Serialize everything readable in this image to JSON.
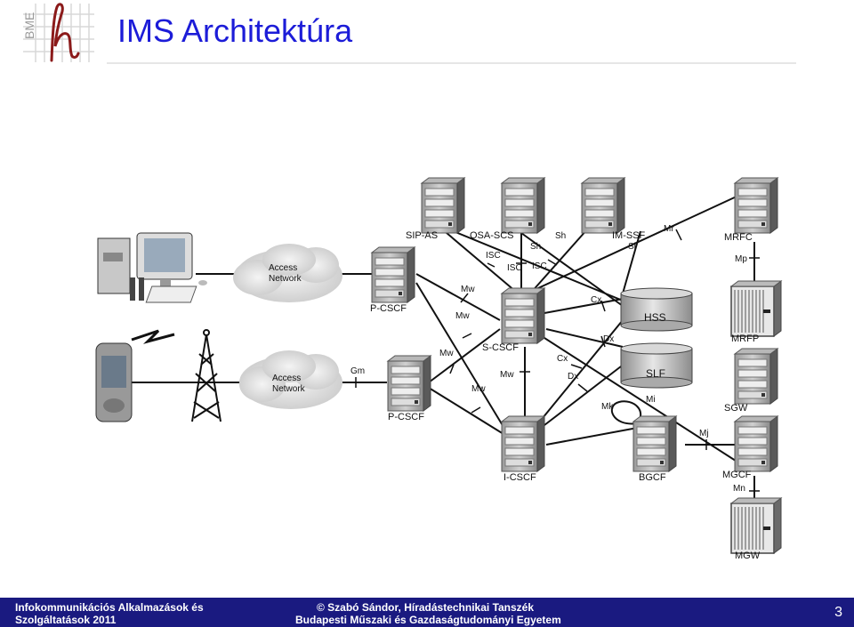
{
  "slide": {
    "title": "IMS Architektúra",
    "page_number": "3"
  },
  "logo": {
    "text": "BME"
  },
  "footer": {
    "left_line1": "Infokommunikációs Alkalmazások és",
    "left_line2": "Szolgáltatások 2011",
    "right_line1": "© Szabó Sándor, Híradástechnikai Tanszék",
    "right_line2": "Budapesti Műszaki és Gazdaságtudományi Egyetem",
    "background_color": "#1a1a80"
  },
  "diagram": {
    "nodes": {
      "sip_as": "SIP-AS",
      "osa_scs": "OSA-SCS",
      "im_ssf": "IM-SSF",
      "mrfc": "MRFC",
      "p_cscf_top": "P-CSCF",
      "p_cscf_bottom": "P-CSCF",
      "s_cscf": "S-CSCF",
      "i_cscf": "I-CSCF",
      "bgcf": "BGCF",
      "hss": "HSS",
      "slf": "SLF",
      "mrfp": "MRFP",
      "sgw": "SGW",
      "mgcf": "MGCF",
      "mgw": "MGW",
      "access_network_top": "Access Network",
      "access_network_bottom": "Access Network"
    },
    "interfaces": {
      "sh_1": "Sh",
      "sh_2": "Sh",
      "mr": "Mr",
      "si": "Si",
      "isc_1": "ISC",
      "isc_2": "ISC",
      "isc_3": "ISC",
      "mw_1": "Mw",
      "mw_2": "Mw",
      "mw_3": "Mw",
      "mw_4": "Mw",
      "mw_5": "Mw",
      "cx_1": "Cx",
      "cx_2": "Cx",
      "dx_1": "Dx",
      "dx_2": "Dx",
      "mp": "Mp",
      "gm": "Gm",
      "mk": "Mk",
      "mi": "Mi",
      "mj": "Mj",
      "mn": "Mn"
    }
  }
}
